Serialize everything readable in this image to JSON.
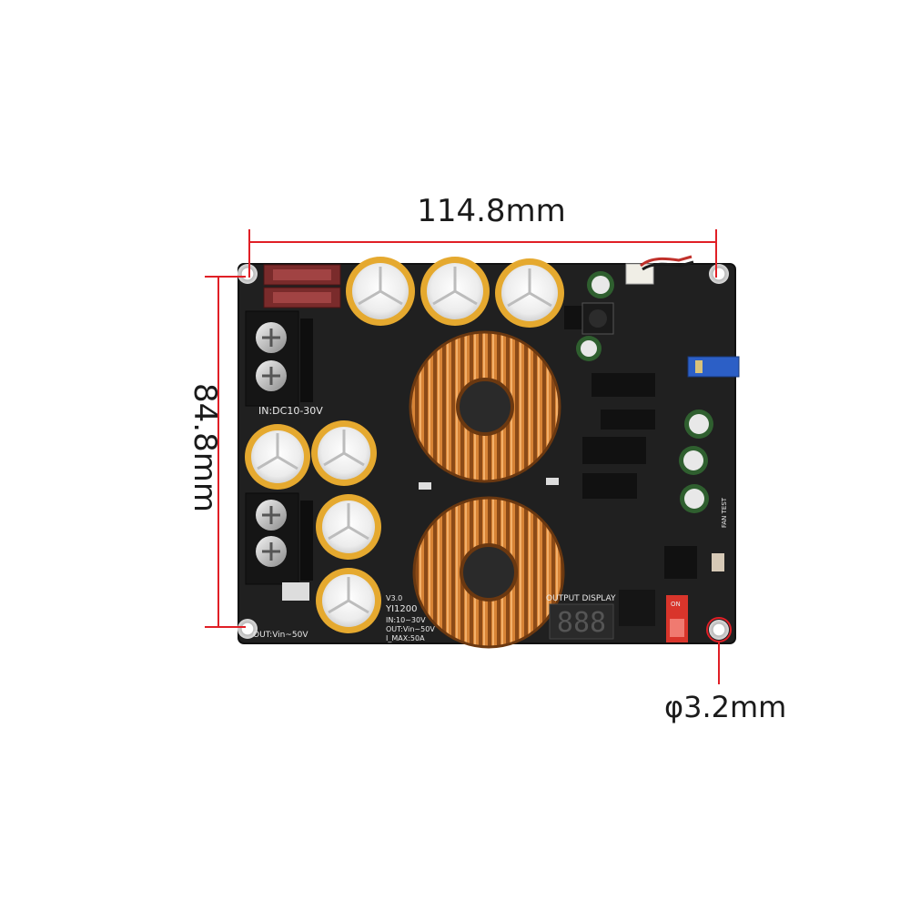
{
  "dimensions": {
    "width": "114.8mm",
    "height": "84.8mm",
    "hole": "φ3.2mm"
  },
  "board_labels": {
    "input": "IN:DC10-30V",
    "output_short": "OUT:Vin~50V",
    "version": "V3.0",
    "model": "YI1200",
    "input_spec": "IN:10~30V",
    "output_spec": "OUT:Vin~50V",
    "max_current": "I_MAX:50A",
    "display": "OUTPUT DISPLAY",
    "dip_on": "ON",
    "fan_test": "FAN TEST"
  },
  "colors": {
    "dimension_line": "#e01f26",
    "pcb": "#202020",
    "copper": "#c8702a",
    "cap_sleeve": "#e5a92f"
  }
}
